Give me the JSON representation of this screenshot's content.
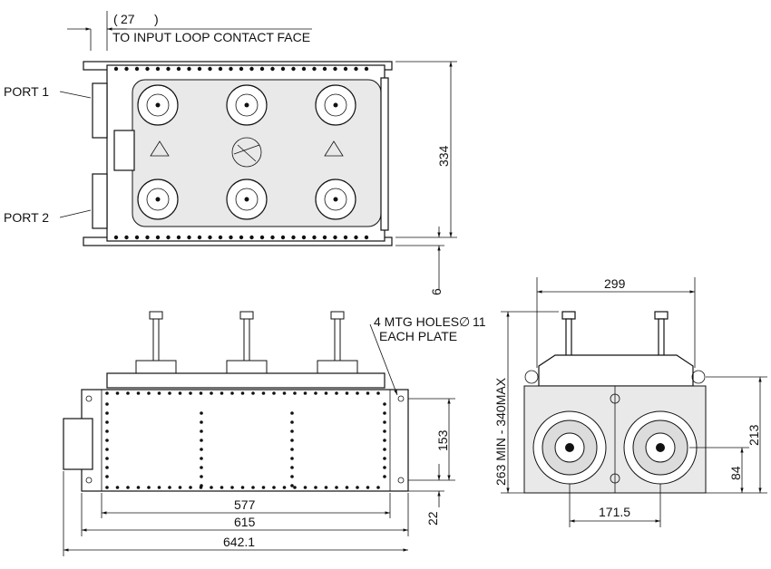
{
  "top_view": {
    "offset_dim": "27",
    "offset_note": "TO INPUT LOOP CONTACT FACE",
    "port1_label": "PORT 1",
    "port2_label": "PORT 2",
    "height_dim": "334",
    "plate_dim": "6"
  },
  "front_view": {
    "mtg_note_line1": "4 MTG HOLES",
    "mtg_note_dia": "11",
    "mtg_note_line2": "EACH PLATE",
    "dim_153": "153",
    "dim_22": "22",
    "dim_577": "577",
    "dim_615": "615",
    "dim_6421": "642.1"
  },
  "side_view": {
    "dim_299": "299",
    "dim_height_range": "263 MIN - 340MAX",
    "dim_213": "213",
    "dim_84": "84",
    "dim_1715": "171.5"
  },
  "colors": {
    "line": "#111111",
    "fill": "#e9e9e9"
  }
}
